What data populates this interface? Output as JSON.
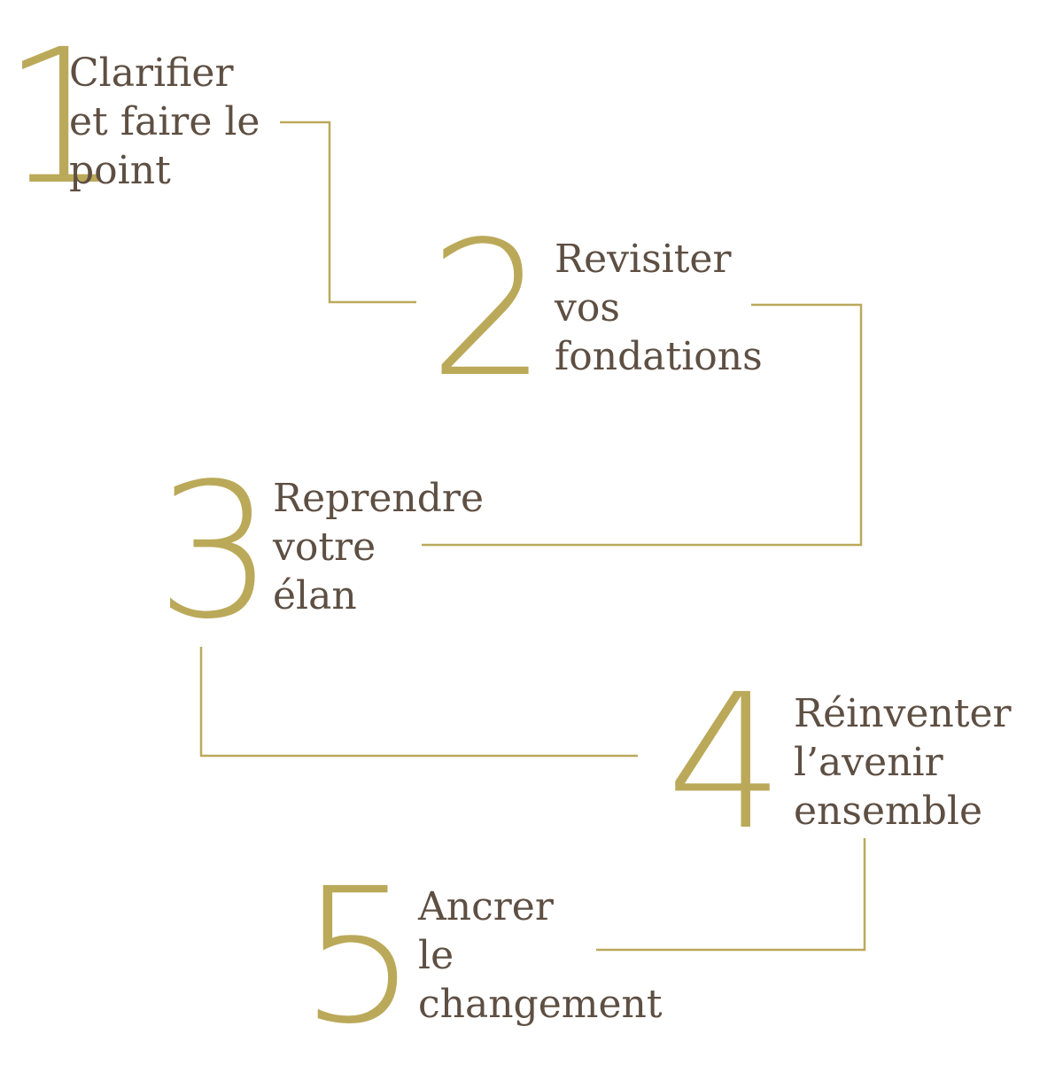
{
  "colors": {
    "accent": "#BBA95A",
    "text": "#5E4F43",
    "background": "#FFFFFF"
  },
  "steps": [
    {
      "number": "1",
      "lines": [
        "Clarifier",
        "et faire le",
        "point"
      ]
    },
    {
      "number": "2",
      "lines": [
        "Revisiter",
        "vos",
        "fondations"
      ]
    },
    {
      "number": "3",
      "lines": [
        "Reprendre",
        "votre",
        "élan"
      ]
    },
    {
      "number": "4",
      "lines": [
        "Réinventer",
        "l’avenir",
        "ensemble"
      ]
    },
    {
      "number": "5",
      "lines": [
        "Ancrer",
        "le",
        "changement"
      ]
    }
  ]
}
